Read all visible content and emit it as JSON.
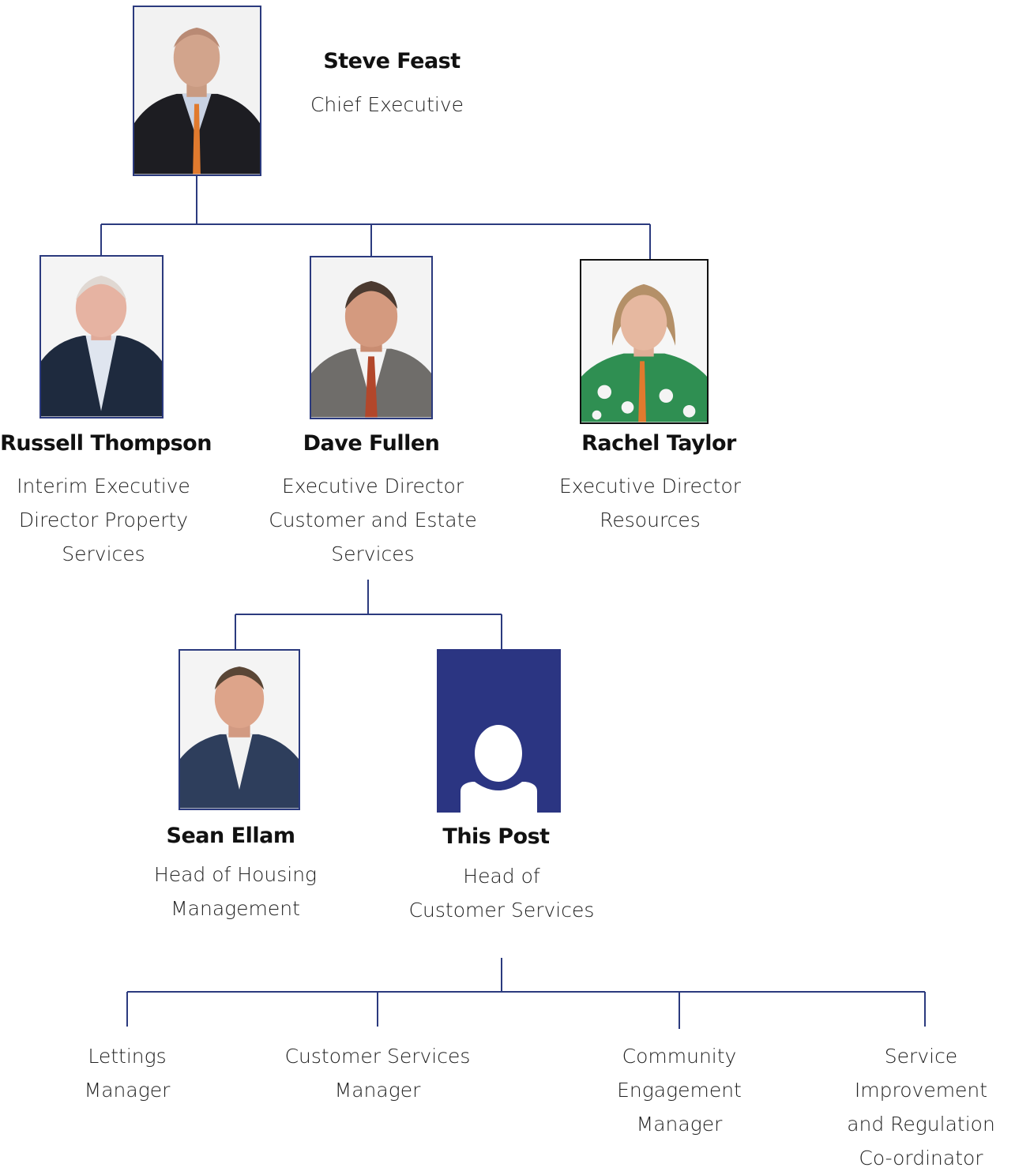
{
  "colors": {
    "connector": "#2b3a7e",
    "photo_border": "#2b3a7e",
    "placeholder_bg": "#2b3582",
    "text": "#111111"
  },
  "ceo": {
    "name": "Steve Feast",
    "title_lines": [
      "Chief Executive"
    ],
    "photo_icon": "portrait-photo"
  },
  "directors": [
    {
      "name": "Russell Thompson",
      "title_lines": [
        "Interim Executive",
        "Director Property",
        "Services"
      ],
      "photo_icon": "portrait-photo"
    },
    {
      "name": "Dave Fullen",
      "title_lines": [
        "Executive Director",
        "Customer and Estate",
        "Services"
      ],
      "photo_icon": "portrait-photo"
    },
    {
      "name": "Rachel Taylor",
      "title_lines": [
        "Executive Director",
        "Resources"
      ],
      "photo_icon": "portrait-photo"
    }
  ],
  "heads": [
    {
      "name": "Sean Ellam",
      "title_lines": [
        "Head of Housing",
        "Management"
      ],
      "photo_icon": "portrait-photo"
    },
    {
      "name": "This Post",
      "title_lines": [
        "Head of",
        "Customer Services"
      ],
      "photo_icon": "person-placeholder-icon"
    }
  ],
  "managers": [
    {
      "title_lines": [
        "Lettings",
        "Manager"
      ]
    },
    {
      "title_lines": [
        "Customer Services",
        "Manager"
      ]
    },
    {
      "title_lines": [
        "Community",
        "Engagement",
        "Manager"
      ]
    },
    {
      "title_lines": [
        "Service",
        "Improvement",
        "and Regulation",
        "Co-ordinator"
      ]
    }
  ]
}
